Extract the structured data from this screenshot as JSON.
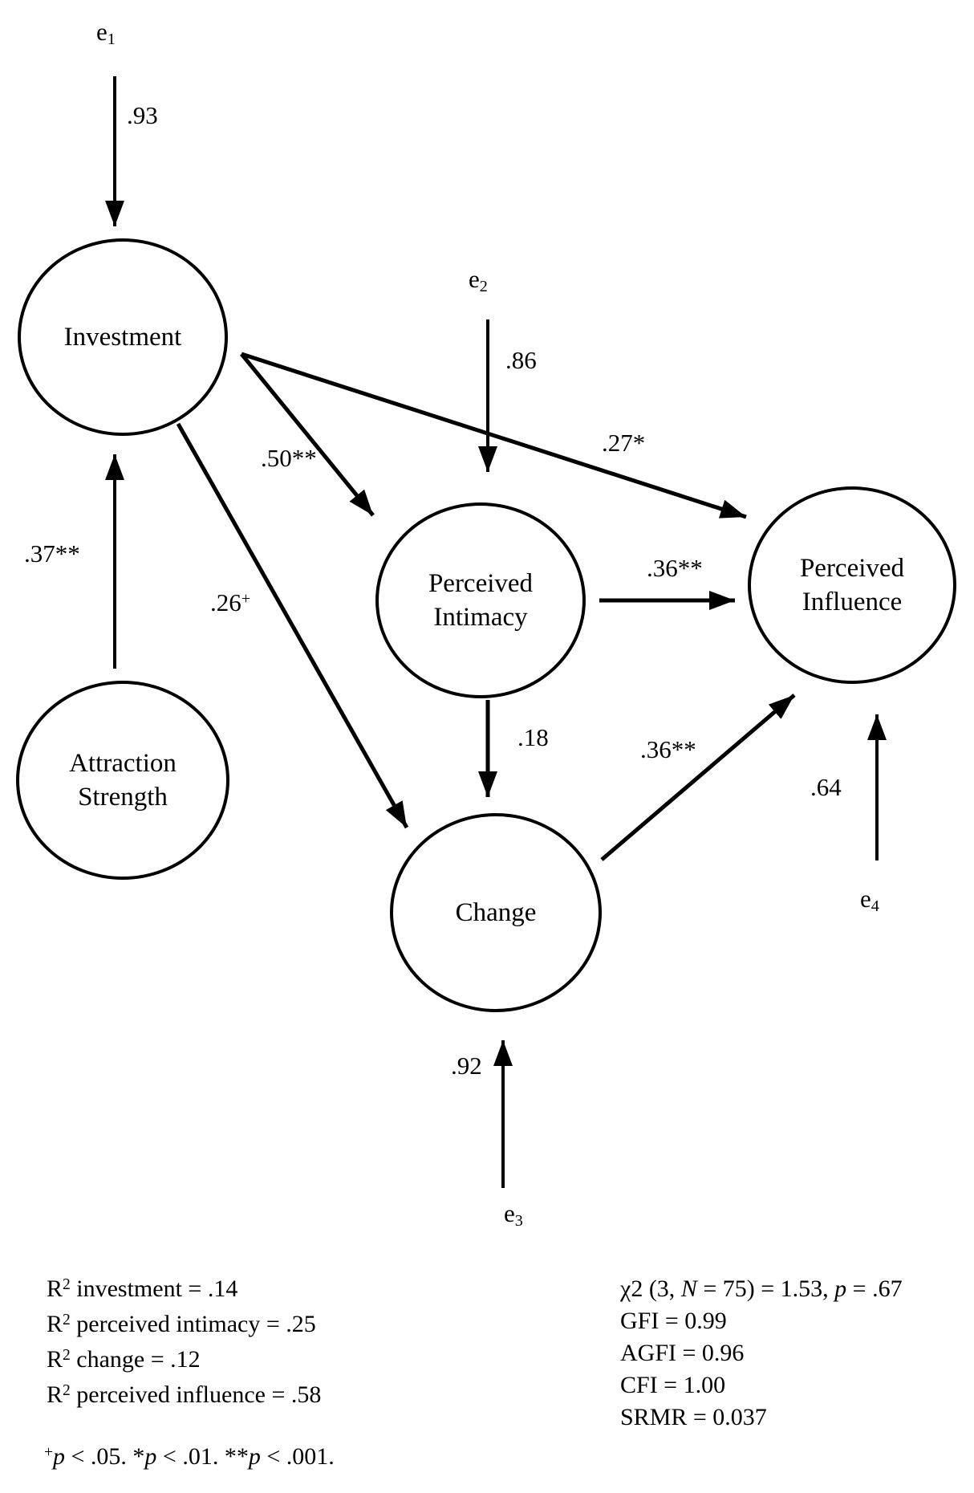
{
  "diagram": {
    "nodes": {
      "investment": {
        "label": "Investment"
      },
      "perceived_intimacy": {
        "line1": "Perceived",
        "line2": "Intimacy"
      },
      "perceived_influence": {
        "line1": "Perceived",
        "line2": "Influence"
      },
      "attraction_strength": {
        "line1": "Attraction",
        "line2": "Strength"
      },
      "change": {
        "label": "Change"
      }
    },
    "error_terms": {
      "e1": {
        "base": "e",
        "sub": "1"
      },
      "e2": {
        "base": "e",
        "sub": "2"
      },
      "e3": {
        "base": "e",
        "sub": "3"
      },
      "e4": {
        "base": "e",
        "sub": "4"
      }
    },
    "coefficients": {
      "e1_investment": ".93",
      "attraction_investment": ".37**",
      "e2_intimacy": ".86",
      "investment_intimacy": ".50**",
      "investment_influence": ".27*",
      "investment_change": {
        "value": ".26",
        "sup": "+"
      },
      "intimacy_influence": ".36**",
      "intimacy_change": ".18",
      "change_influence": ".36**",
      "e3_change": ".92",
      "e4_influence": ".64"
    },
    "line_color": "#000000",
    "background_color": "#ffffff"
  },
  "stats": {
    "r_squared": [
      {
        "base": "R",
        "sup": "2",
        "rest": " investment = .14"
      },
      {
        "base": "R",
        "sup": "2",
        "rest": " perceived intimacy = .25"
      },
      {
        "base": "R",
        "sup": "2",
        "rest": " change = .12"
      },
      {
        "base": "R",
        "sup": "2",
        "rest": " perceived influence = .58"
      }
    ],
    "model_fit": {
      "chi": {
        "pre": "χ2 (3, ",
        "n": "N",
        "mid": " = 75) = 1.53, ",
        "p": "p",
        "post": " = .67"
      },
      "lines": [
        "GFI = 0.99",
        "AGFI = 0.96",
        "CFI = 1.00",
        "SRMR = 0.037"
      ]
    },
    "footnote": {
      "sup": "+",
      "p": "p",
      "t1": " < .05. *",
      "t2": " < .01. **",
      "t3": " < .001."
    }
  }
}
